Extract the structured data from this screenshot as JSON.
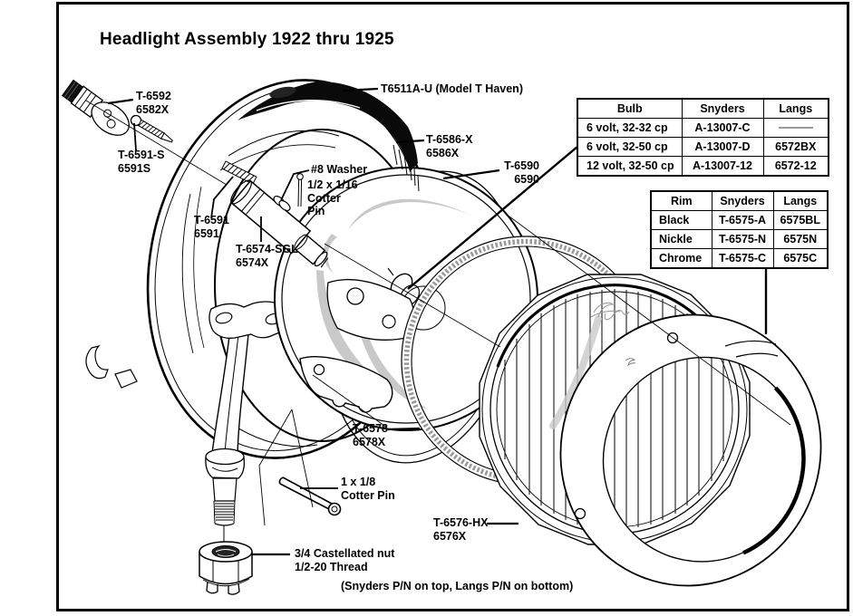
{
  "title": "Headlight Assembly 1922 thru 1925",
  "footnote": "(Snyders P/N on top, Langs P/N on bottom)",
  "colors": {
    "line": "#000000",
    "reflector_highlight": "#c9c9c9",
    "no_part_dash": "#999999"
  },
  "bulb_table": {
    "headers": [
      "Bulb",
      "Snyders",
      "Langs"
    ],
    "rows": [
      [
        "6 volt, 32-32 cp",
        "A-13007-C",
        ""
      ],
      [
        "6 volt, 32-50 cp",
        "A-13007-D",
        "6572BX"
      ],
      [
        "12 volt, 32-50 cp",
        "A-13007-12",
        "6572-12"
      ]
    ]
  },
  "rim_table": {
    "headers": [
      "Rim",
      "Snyders",
      "Langs"
    ],
    "rows": [
      [
        "Black",
        "T-6575-A",
        "6575BL"
      ],
      [
        "Nickle",
        "T-6575-N",
        "6575N"
      ],
      [
        "Chrome",
        "T-6575-C",
        "6575C"
      ]
    ]
  },
  "labels": {
    "bulb": "T-6592\n6582X",
    "mounting_screw": "T-6591-S\n6591S",
    "shell": "T6511A-U (Model T Haven)",
    "reflector": "T-6586-X\n6586X",
    "door_ring": "T-6590\n6590",
    "washer": "#8 Washer",
    "cotter_pin_small": "1/2 x 1/16\nCotter\nPin",
    "focus_screw": "T-6591\n6591",
    "focus_rod": "T-6574-SGL\n6574X",
    "gasket": "T-6578\n6578X",
    "cotter_pin_large": "1 x 1/8\nCotter Pin",
    "lens": "T-6576-HX\n6576X",
    "castellated_nut": "3/4 Castellated nut\n1/2-20 Thread"
  }
}
